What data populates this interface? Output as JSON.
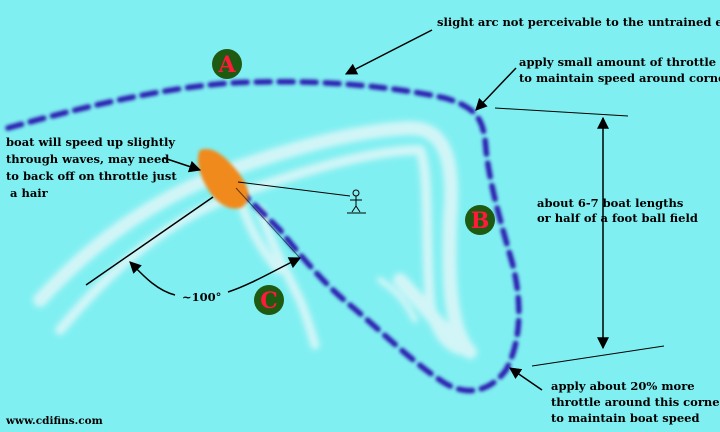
{
  "colors": {
    "water": "#80eff1",
    "path": "#2a1fb0",
    "wake": "#d7f6f8",
    "boat": "#f08a1a",
    "marker_fill": "#1f5a12",
    "marker_letter": "#ff1a3a"
  },
  "markers": {
    "a": "A",
    "b": "B",
    "c": "C"
  },
  "notes": {
    "arc": "slight arc not perceivable to the untrained eye",
    "throttle_small": [
      "apply small amount of throttle",
      "to maintain speed around corner"
    ],
    "waves": [
      "boat will speed up slightly",
      "through waves, may need",
      "to back off on throttle just",
      " a hair"
    ],
    "distance": [
      "about 6-7 boat lengths",
      "or half of a foot ball field"
    ],
    "throttle_more": [
      "apply about 20% more",
      "throttle around this corner",
      "to maintain boat speed"
    ],
    "angle": "~100°",
    "site": "www.cdifins.com"
  },
  "icons": {
    "skier": "skier-icon",
    "boat": "boat-icon"
  }
}
